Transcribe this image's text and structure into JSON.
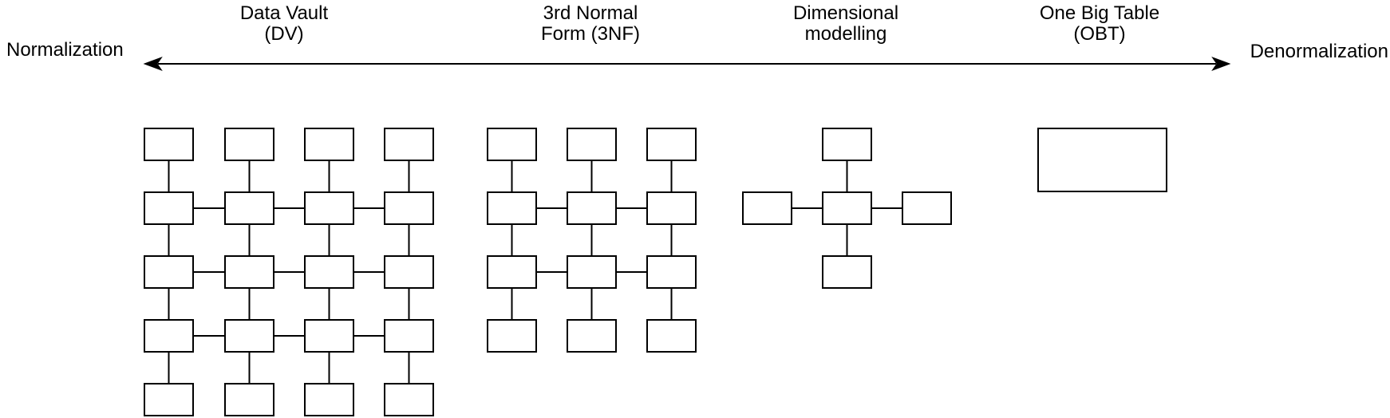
{
  "axis": {
    "left_label": "Normalization",
    "right_label": "Denormalization"
  },
  "diagrams": [
    {
      "name": "data-vault",
      "label": [
        "Data Vault",
        "(DV)"
      ],
      "type": "grid",
      "columns": 4,
      "rows": 5,
      "box_count": 20,
      "linked_rows_horizontal": [
        2,
        3,
        4
      ]
    },
    {
      "name": "third-normal-form",
      "label": [
        "3rd Normal",
        "Form (3NF)"
      ],
      "type": "grid",
      "columns": 3,
      "rows": 4,
      "box_count": 12,
      "linked_rows_horizontal": [
        2,
        3
      ]
    },
    {
      "name": "dimensional-modelling",
      "label": [
        "Dimensional",
        "modelling"
      ],
      "type": "star",
      "box_count": 5
    },
    {
      "name": "one-big-table",
      "label": [
        "One Big Table",
        "(OBT)"
      ],
      "type": "single",
      "box_count": 1
    }
  ],
  "colors": {
    "line": "#000000",
    "box_fill": "#ffffff",
    "text": "#000000",
    "background": "#ffffff"
  }
}
